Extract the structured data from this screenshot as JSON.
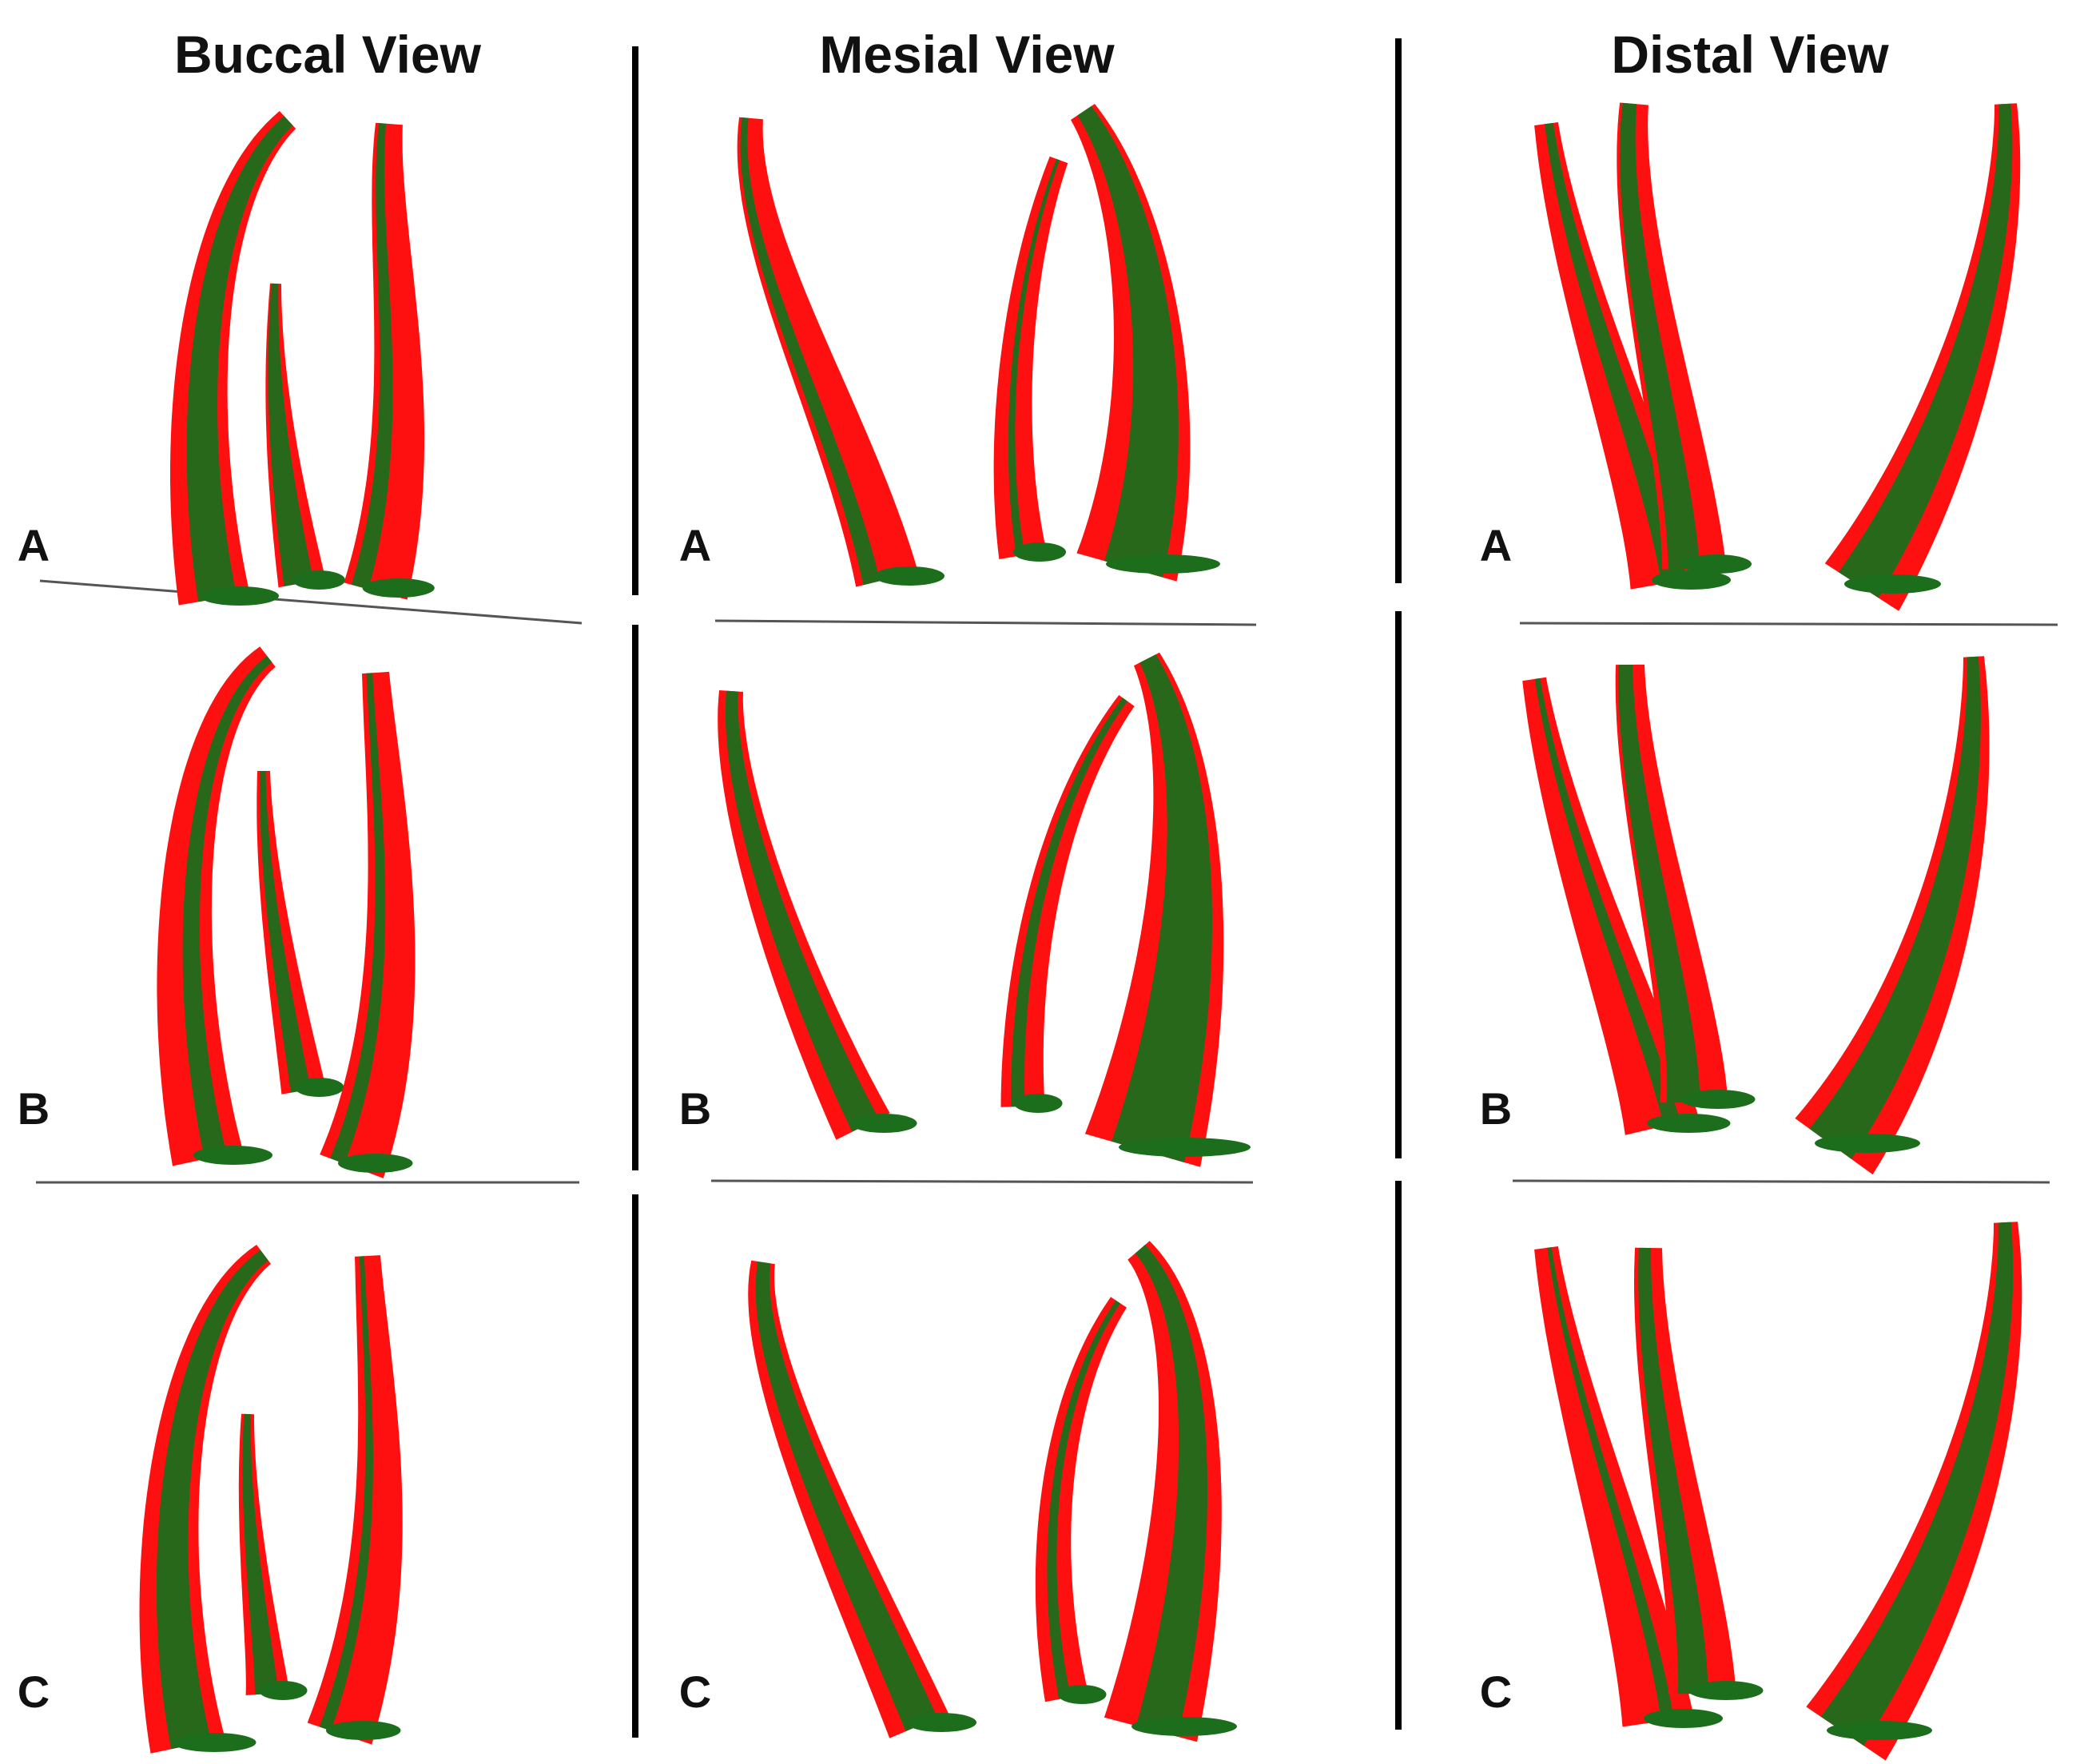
{
  "columns": [
    {
      "title": "Buccal View"
    },
    {
      "title": "Mesial View"
    },
    {
      "title": "Distal View"
    }
  ],
  "rows": [
    {
      "label": "A"
    },
    {
      "label": "B"
    },
    {
      "label": "C"
    }
  ],
  "colors": {
    "red": "#ff1010",
    "green": "#1c6e1c",
    "text": "#111111",
    "divider": "#000000",
    "separator": "#555555"
  }
}
